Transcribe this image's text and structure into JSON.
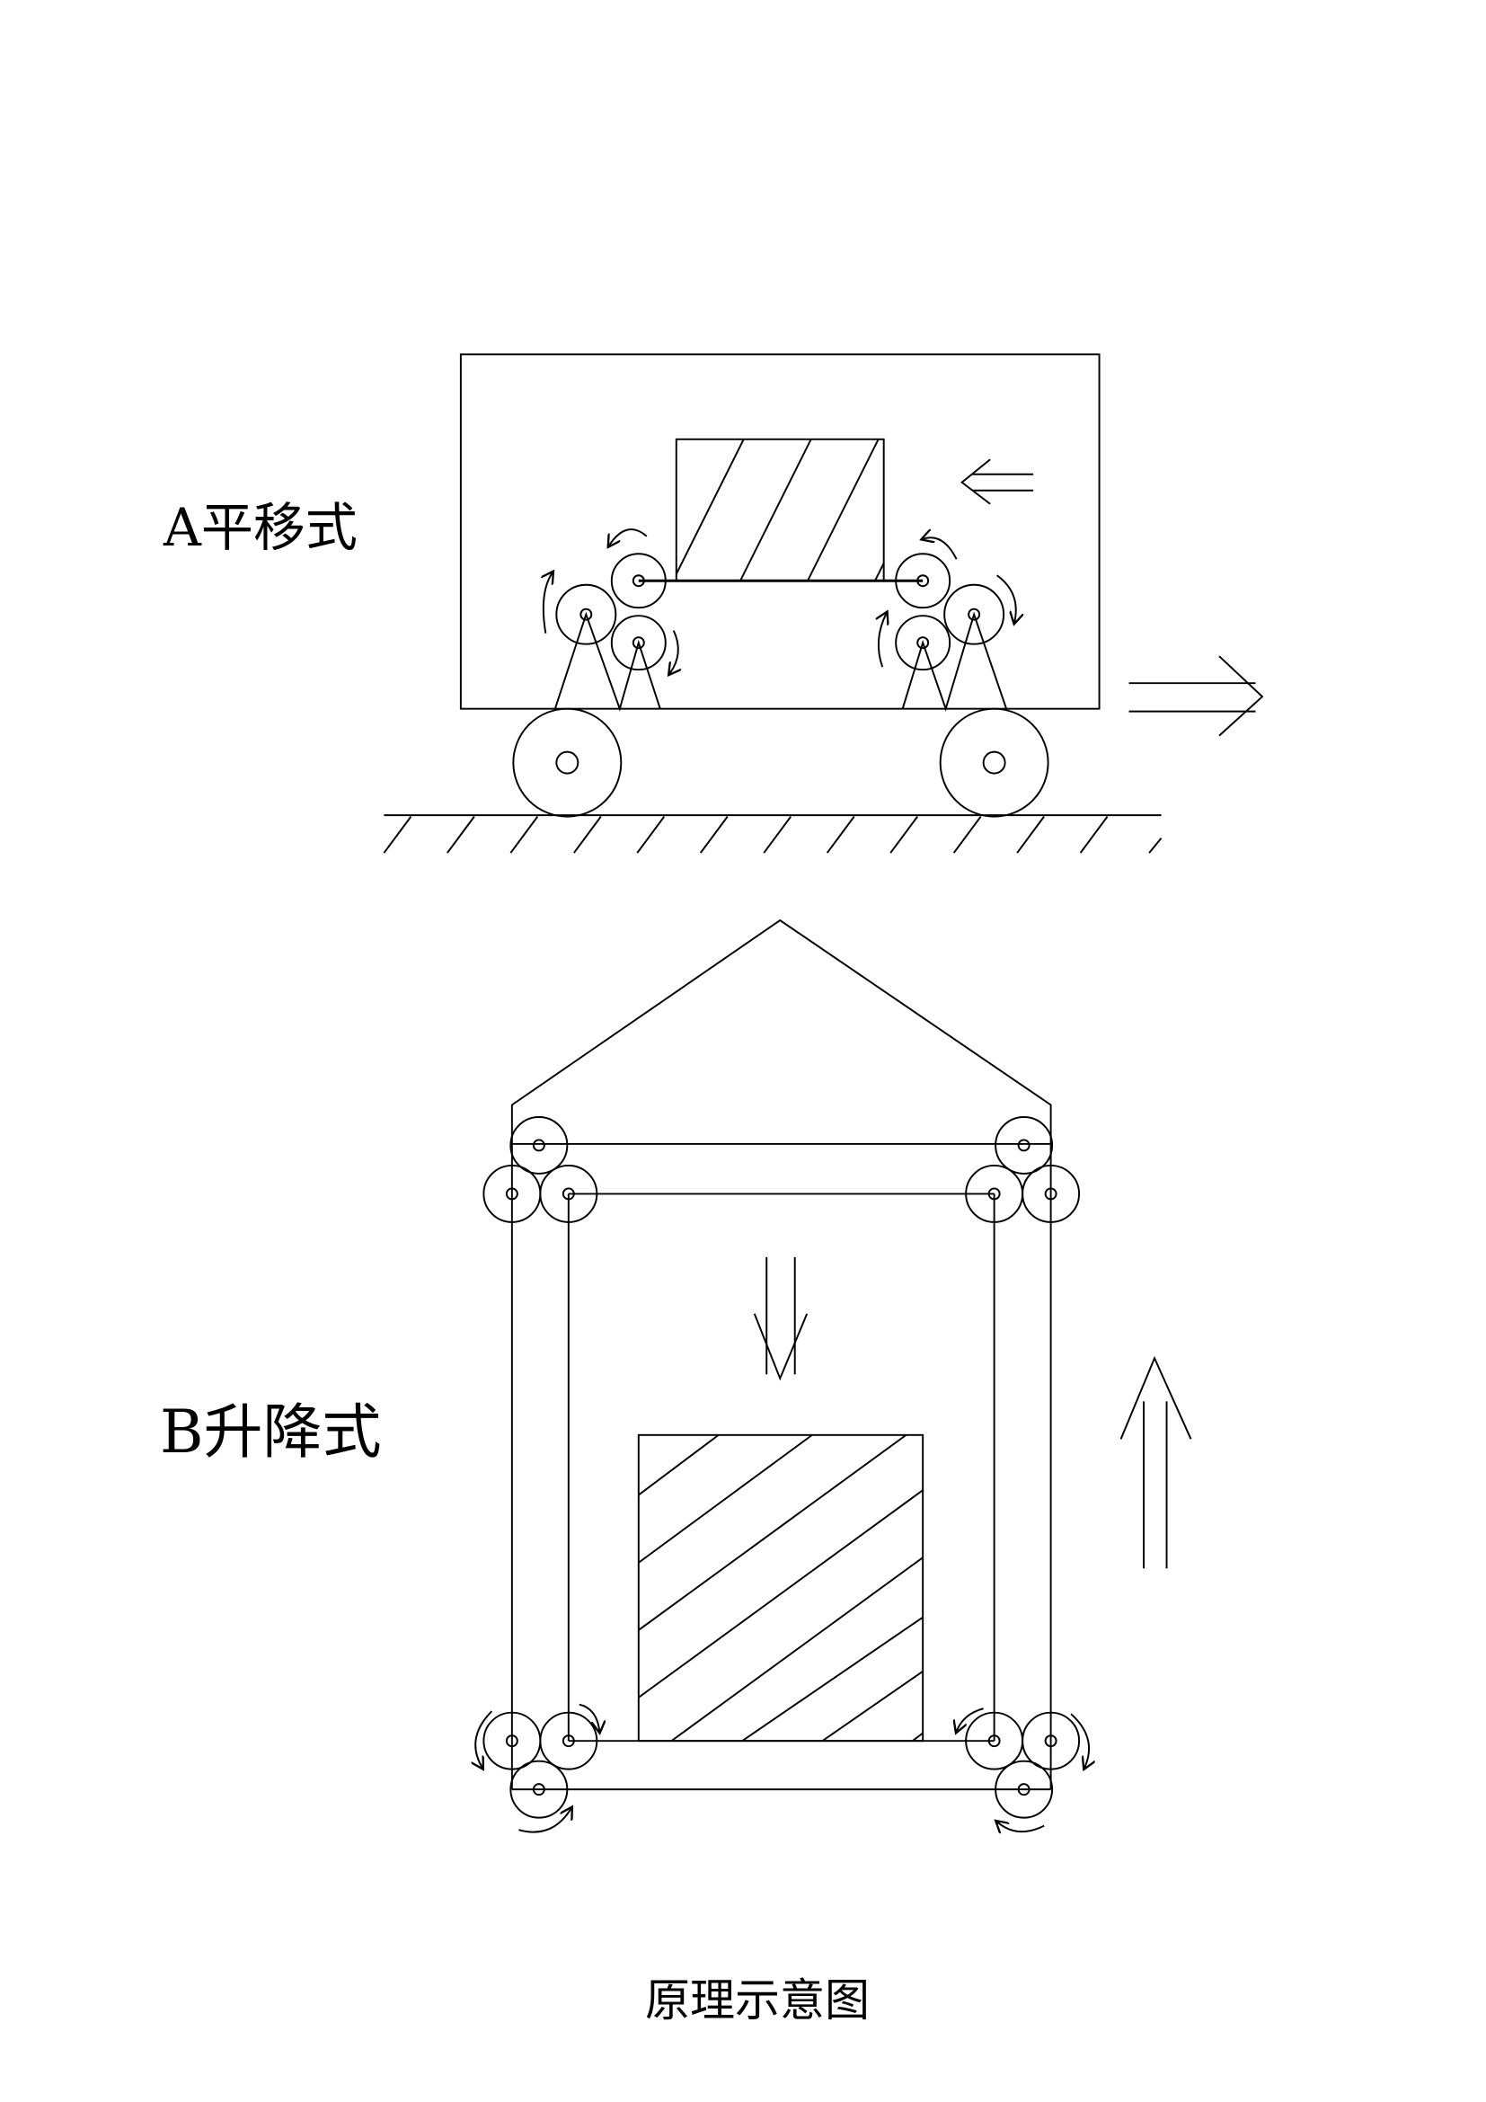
{
  "labels": {
    "a": "A平移式",
    "b": "B升降式",
    "caption": "原理示意图"
  },
  "colors": {
    "line": "#000000",
    "background": "#ffffff"
  }
}
